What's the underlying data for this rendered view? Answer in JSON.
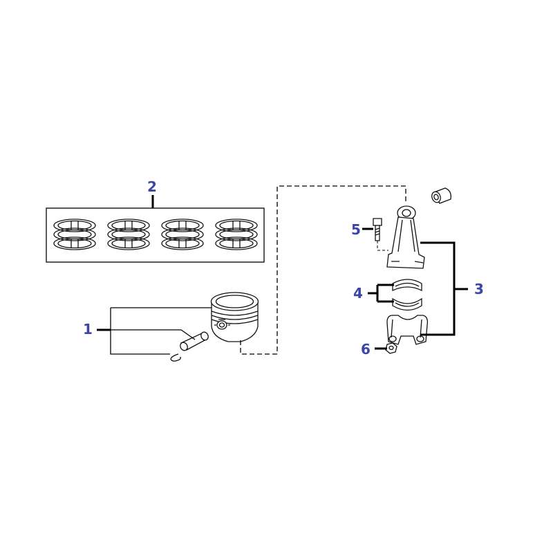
{
  "callouts": {
    "c1": "1",
    "c2": "2",
    "c3": "3",
    "c4": "4",
    "c5": "5",
    "c6": "6"
  },
  "colors": {
    "callout_text": "#3b44a8",
    "leader_line": "#000000"
  }
}
